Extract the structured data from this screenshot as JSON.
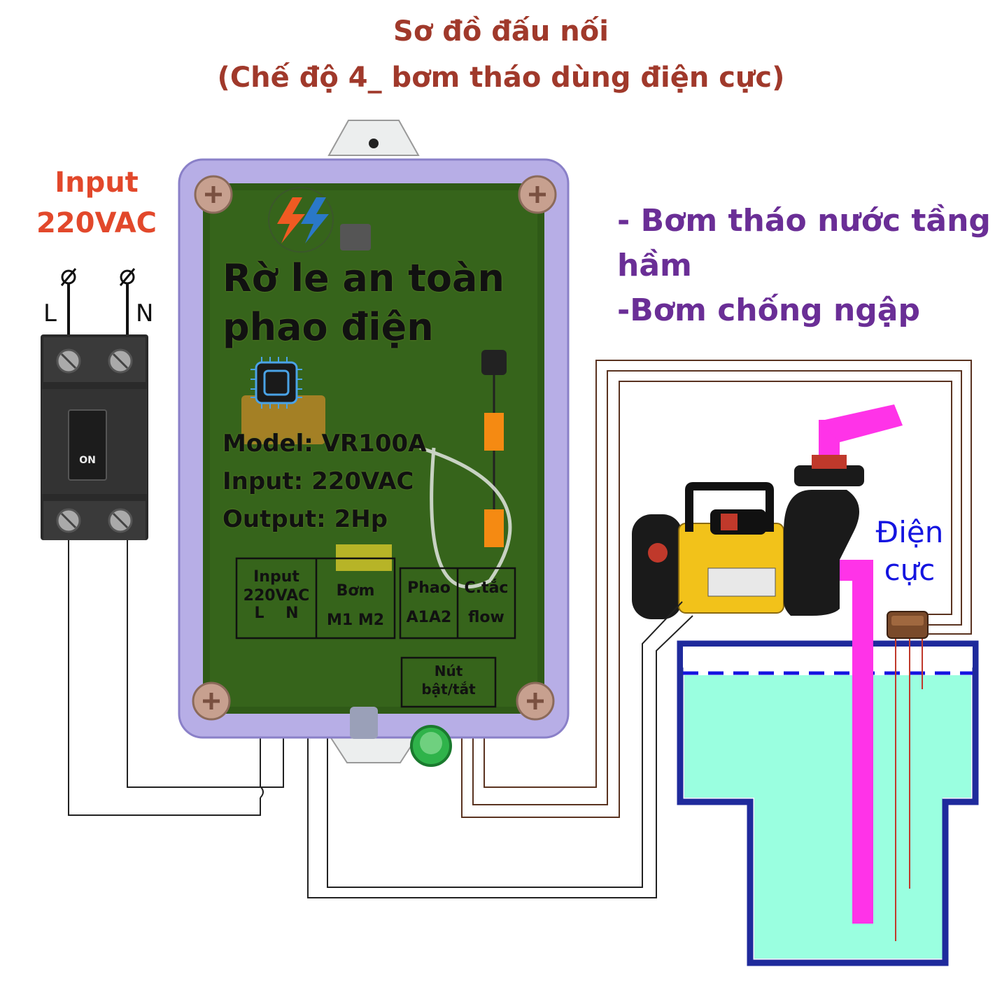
{
  "title": {
    "line1": "Sơ đồ đấu nối",
    "line2": "(Chế độ 4_ bơm tháo dùng điện cực)"
  },
  "input_label": {
    "line1": "Input",
    "line2": "220VAC"
  },
  "breaker": {
    "terminal_l": "L",
    "terminal_n": "N",
    "switch_label": "ON"
  },
  "device": {
    "name_line1": "Rờ le an toàn",
    "name_line2": "phao điện",
    "model": "Model: VR100A",
    "input": "Input: 220VAC",
    "output": "Output: 2Hp",
    "terminals": {
      "input_l1": "Input",
      "input_l2": "220VAC",
      "input_l3": "L    N",
      "pump_l1": "Bơm",
      "pump_l2": "M1 M2",
      "float_l1": "Phao",
      "float_l2": "A1A2",
      "flow_l1": "C.tắc",
      "flow_l2": "flow"
    },
    "button_l1": "Nút",
    "button_l2": "bật/tắt"
  },
  "applications": {
    "line1": "- Bơm tháo nước tầng",
    "line2": "hầm",
    "line3": "-Bơm chống ngập"
  },
  "electrode": {
    "line1": "Điện",
    "line2": "cực"
  },
  "colors": {
    "title": "#a0392b",
    "input": "#e2482b",
    "applications": "#6a2e96",
    "electrode_label": "#1414e0",
    "water": "#9affe0",
    "tank": "#1f2a9c",
    "pipe": "#ff33e8",
    "wire_device": "#5a3320"
  }
}
